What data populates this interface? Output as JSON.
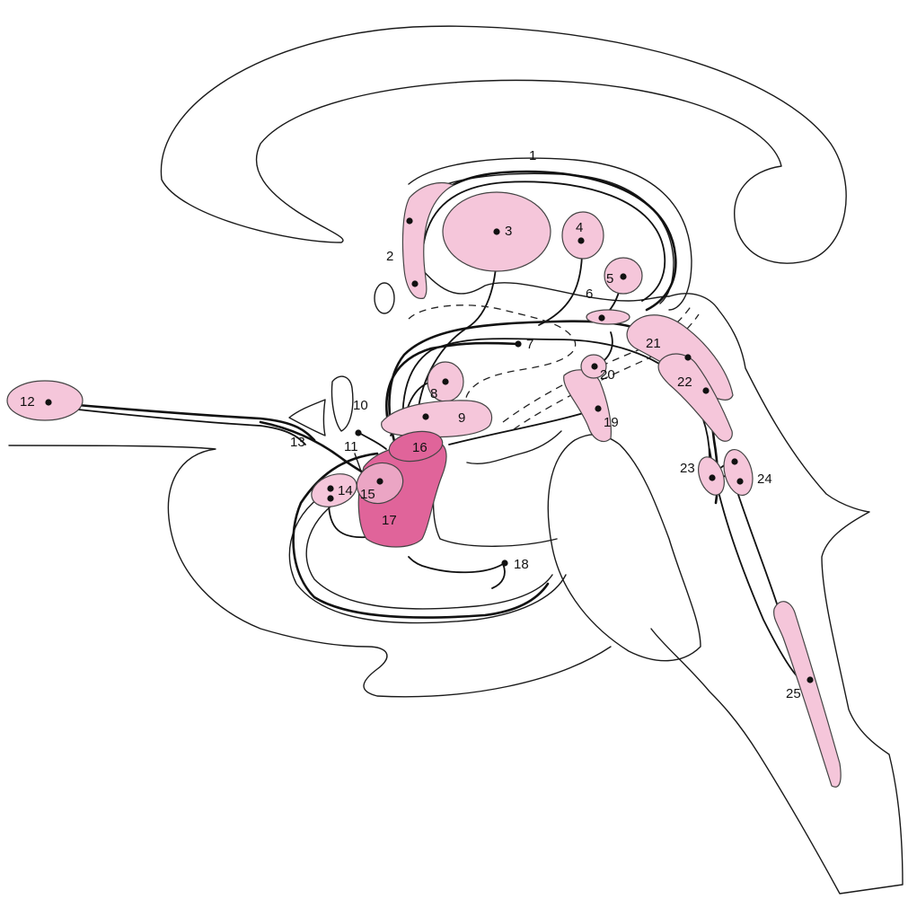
{
  "colors": {
    "light_pink": "#f5c6da",
    "mid_pink": "#eba5c4",
    "dark_pink": "#e0649a",
    "line": "#111111"
  },
  "labels": {
    "n1": "1",
    "n2": "2",
    "n3": "3",
    "n4": "4",
    "n5": "5",
    "n6": "6",
    "n7": "7",
    "n8": "8",
    "n9": "9",
    "n10": "10",
    "n11": "11",
    "n12": "12",
    "n13": "13",
    "n14": "14",
    "n15": "15",
    "n16": "16",
    "n17": "17",
    "n18": "18",
    "n19": "19",
    "n20": "20",
    "n21": "21",
    "n22": "22",
    "n23": "23",
    "n24": "24",
    "n25": "25"
  }
}
